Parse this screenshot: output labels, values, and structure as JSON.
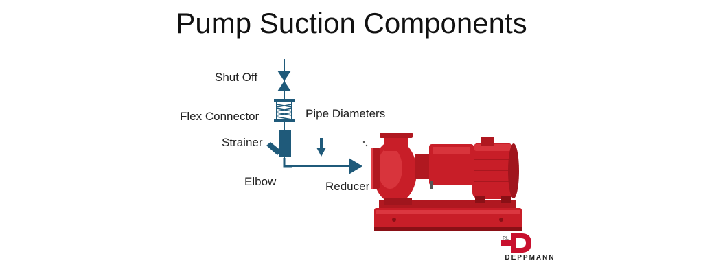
{
  "title": "Pump Suction Components",
  "labels": {
    "shut_off": "Shut Off",
    "flex_connector": "Flex Connector",
    "pipe_diameters": "Pipe Diameters",
    "strainer": "Strainer",
    "elbow": "Elbow",
    "reducer": "Reducer"
  },
  "logo": {
    "initials": "RL",
    "word": "DEPPMANN",
    "color": "#c8102e"
  },
  "colors": {
    "pipe": "#1f5a7a",
    "pump_red": "#c81e28",
    "pump_dark": "#8a1016",
    "pump_light": "#e3424a"
  },
  "icons": {
    "valve": "shut-off-valve-icon",
    "flex": "flex-connector-icon",
    "strainer": "strainer-icon",
    "arrow": "flow-arrow-icon",
    "reducer": "reducer-icon",
    "pump": "pump-image"
  }
}
